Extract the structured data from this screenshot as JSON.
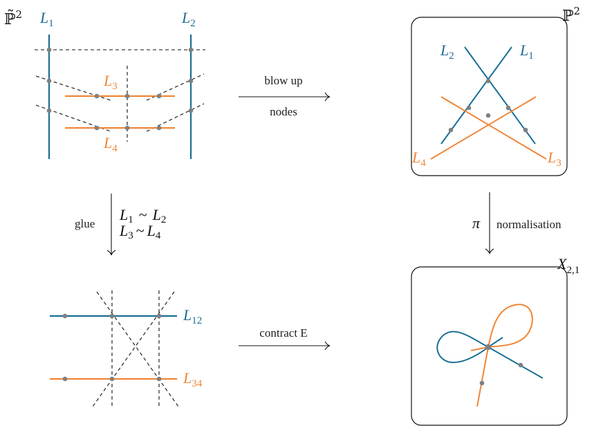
{
  "colors": {
    "blue": "#1a6e94",
    "orange": "#ef8637",
    "dot": "#808080",
    "ink": "#111111"
  },
  "spaces": {
    "p2_tilde": "ℙ̃",
    "p2": "ℙ",
    "p2_exp": "2",
    "x21_base": "X",
    "x21_sub": "2,1"
  },
  "lines": {
    "L": "L",
    "sub1": "1",
    "sub2": "2",
    "sub3": "3",
    "sub4": "4",
    "sub12": "12",
    "sub34": "34"
  },
  "arrows": {
    "blow_up_top": "blow up",
    "blow_up_bottom": "nodes",
    "glue": "glue",
    "glue_rel1_a": "L",
    "glue_rel1_a_sub": "1",
    "glue_rel1_sim": "~",
    "glue_rel1_b": "L",
    "glue_rel1_b_sub": "2",
    "glue_rel2_a": "L",
    "glue_rel2_a_sub": "3",
    "glue_rel2_sim": "~",
    "glue_rel2_b": "L",
    "glue_rel2_b_sub": "4",
    "pi": "π",
    "normalisation": "normalisation",
    "contract": "contract E"
  }
}
